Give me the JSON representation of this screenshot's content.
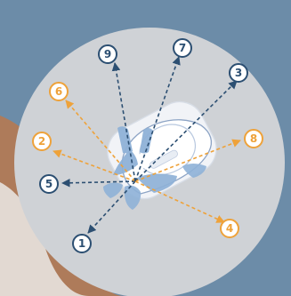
{
  "colors": {
    "background": "#6c8ca8",
    "circle_fill": "#cfd2d6",
    "navy": "#2c4f72",
    "orange": "#eea23a",
    "device_body": "#f1f3f7",
    "device_line": "#95aac9",
    "pad_blue": "#8eb1d7",
    "skin": "#b27a55",
    "skin_light": "#e8e3df"
  },
  "markers": [
    {
      "id": "1",
      "label": "1",
      "tone": "navy"
    },
    {
      "id": "2",
      "label": "2",
      "tone": "orange"
    },
    {
      "id": "3",
      "label": "3",
      "tone": "navy"
    },
    {
      "id": "4",
      "label": "4",
      "tone": "orange"
    },
    {
      "id": "5",
      "label": "5",
      "tone": "navy"
    },
    {
      "id": "6",
      "label": "6",
      "tone": "orange"
    },
    {
      "id": "7",
      "label": "7",
      "tone": "navy"
    },
    {
      "id": "8",
      "label": "8",
      "tone": "orange"
    },
    {
      "id": "9",
      "label": "9",
      "tone": "navy"
    }
  ]
}
